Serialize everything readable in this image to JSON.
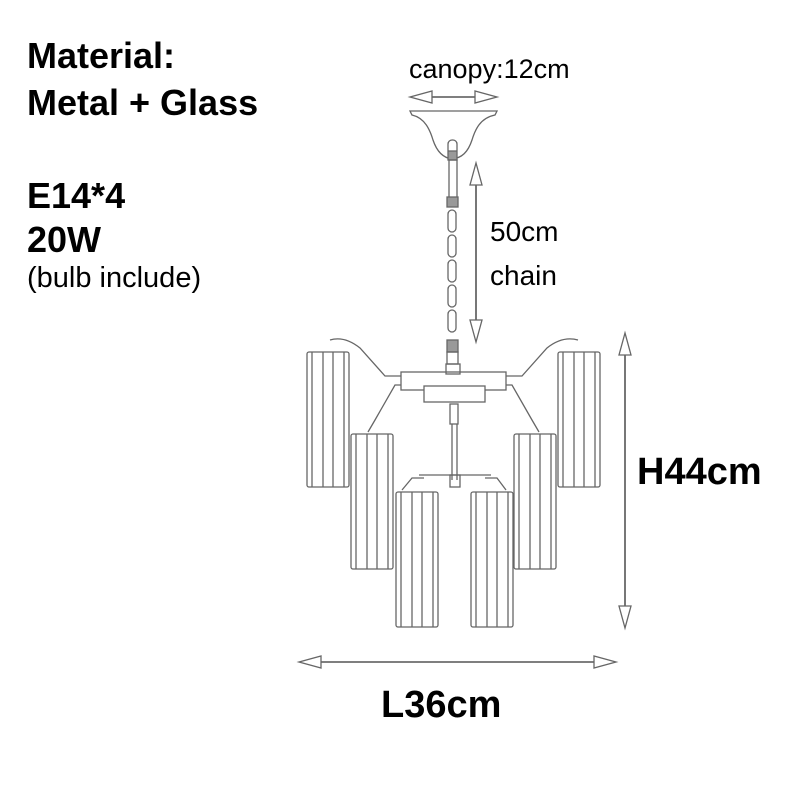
{
  "specs": {
    "material_label": "Material:",
    "material_value": "Metal + Glass",
    "bulb_base": "E14*4",
    "wattage": "20W",
    "bulb_note": "(bulb include)"
  },
  "dimensions": {
    "canopy": "canopy:12cm",
    "chain_length": "50cm",
    "chain_label": "chain",
    "height": "H44cm",
    "length": "L36cm"
  },
  "colors": {
    "line": "#555555",
    "text": "#000000",
    "background": "#ffffff"
  }
}
